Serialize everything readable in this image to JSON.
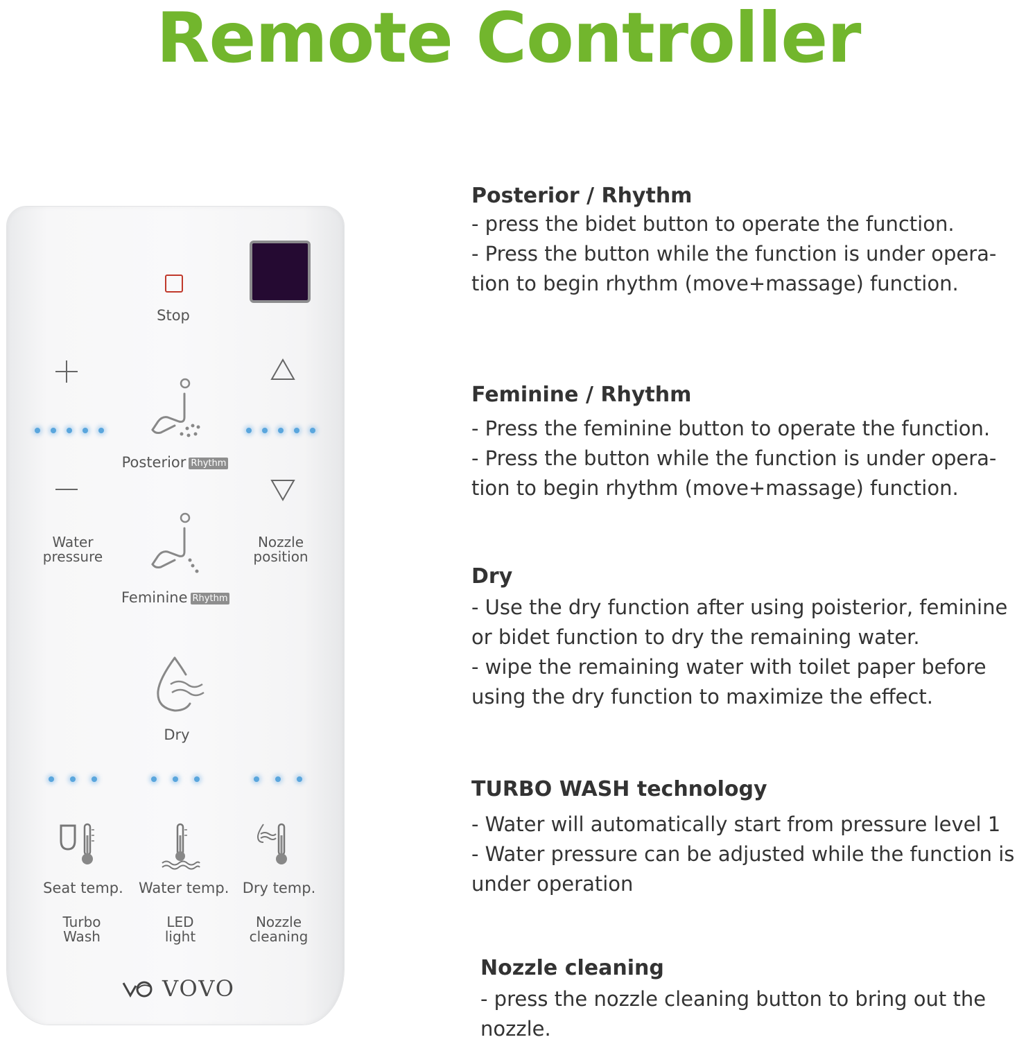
{
  "title": "Remote Controller",
  "remote": {
    "stop": "Stop",
    "posterior": "Posterior",
    "feminine": "Feminine",
    "rhythm_tag": "Rhythm",
    "water_pressure": "Water\npressure",
    "nozzle_position": "Nozzle\nposition",
    "dry": "Dry",
    "seat_temp": "Seat temp.",
    "water_temp": "Water temp.",
    "dry_temp": "Dry temp.",
    "turbo_wash": "Turbo\nWash",
    "led_light": "LED\nlight",
    "nozzle_cleaning": "Nozzle\ncleaning",
    "brand": "VOVO",
    "plus_icon": "plus-icon",
    "minus_icon": "minus-icon",
    "level_indicators": {
      "water_pressure_dots": 5,
      "nozzle_position_dots": 5,
      "seat_temp_dots": 3,
      "water_temp_dots": 3,
      "dry_temp_dots": 3
    },
    "colors": {
      "stop": "#c0392b",
      "indicator": "#5aa6dd",
      "display": "#250a32"
    }
  },
  "sections": [
    {
      "heading": "Posterior / Rhythm",
      "lines": [
        "- press the bidet button to operate the function.",
        "- Press the button while the function is under  opera-",
        "tion to begin rhythm (move+massage) function."
      ]
    },
    {
      "heading": "Feminine / Rhythm",
      "lines": [
        "- Press the feminine button to operate the function.",
        "- Press the button while the function is under opera-",
        "tion to begin rhythm (move+massage) function."
      ]
    },
    {
      "heading": "Dry",
      "lines": [
        "- Use the dry function after using poisterior, feminine",
        "or bidet function to dry the remaining water.",
        "- wipe the remaining water with toilet paper before",
        "using the dry function to  maximize the effect."
      ]
    },
    {
      "heading": "TURBO WASH technology",
      "lines": [
        "- Water will automatically start from pressure level 1",
        "- Water pressure can be adjusted while the function is",
        "under operation"
      ]
    },
    {
      "heading": "Nozzle cleaning",
      "lines": [
        "- press the nozzle cleaning button to bring out the",
        "nozzle."
      ]
    }
  ],
  "accent_color": "#72b62d"
}
